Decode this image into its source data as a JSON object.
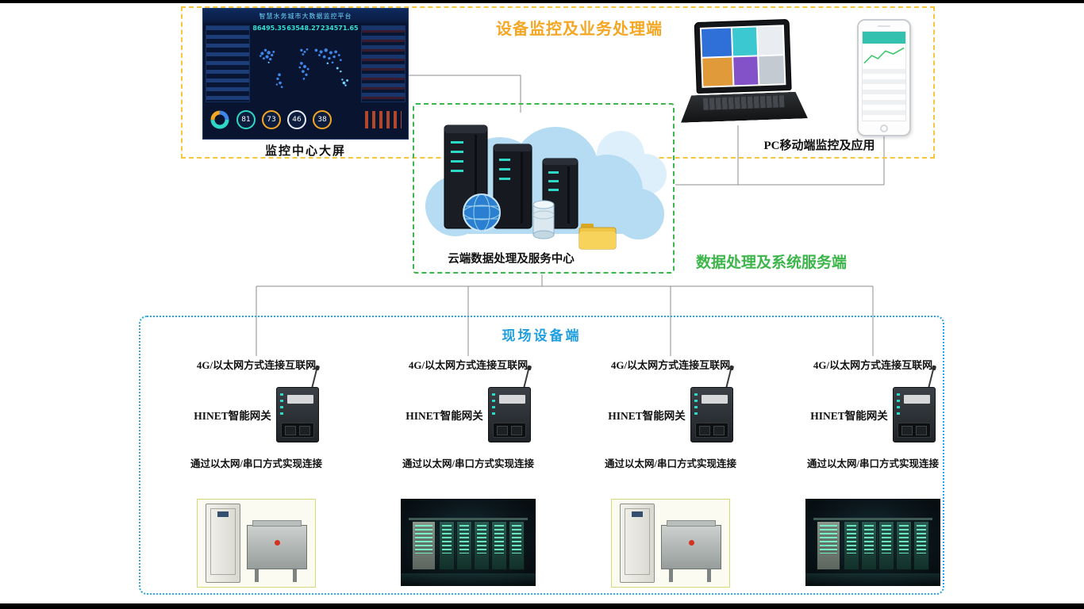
{
  "colors": {
    "top_border": "#f6c63c",
    "top_title": "#f5a623",
    "cloud_border": "#3cb54a",
    "cloud_side_title": "#3cb54a",
    "field_border": "#2aa7e0",
    "field_title": "#1f9fe0",
    "connector": "#8c8c8c",
    "gauge_rings": [
      "#2fd8c6",
      "#f5a623",
      "#e8eef7",
      "#f5a623"
    ]
  },
  "top_section": {
    "title": "设备监控及业务处理端",
    "dashboard_label": "监控中心大屏",
    "pc_mobile_label": "PC移动端监控及应用",
    "dashboard": {
      "title": "智慧水务城市大数据监控平台",
      "stats": [
        "86495.35",
        "63548.27",
        "234571.65"
      ],
      "gauges": [
        "81",
        "73",
        "46",
        "38"
      ]
    }
  },
  "cloud_section": {
    "label": "云端数据处理及服务中心",
    "side_title": "数据处理及系统服务端"
  },
  "field_section": {
    "title": "现场设备端",
    "columns": [
      {
        "net_label": "4G/以太网方式连接互联网",
        "gateway_label": "HINET智能网关",
        "conn_label": "通过以太网/串口方式实现连接",
        "device_type": "cabinet"
      },
      {
        "net_label": "4G/以太网方式连接互联网",
        "gateway_label": "HINET智能网关",
        "conn_label": "通过以太网/串口方式实现连接",
        "device_type": "plc"
      },
      {
        "net_label": "4G/以太网方式连接互联网",
        "gateway_label": "HINET智能网关",
        "conn_label": "通过以太网/串口方式实现连接",
        "device_type": "cabinet"
      },
      {
        "net_label": "4G/以太网方式连接互联网",
        "gateway_label": "HINET智能网关",
        "conn_label": "通过以太网/串口方式实现连接",
        "device_type": "plc"
      }
    ]
  }
}
